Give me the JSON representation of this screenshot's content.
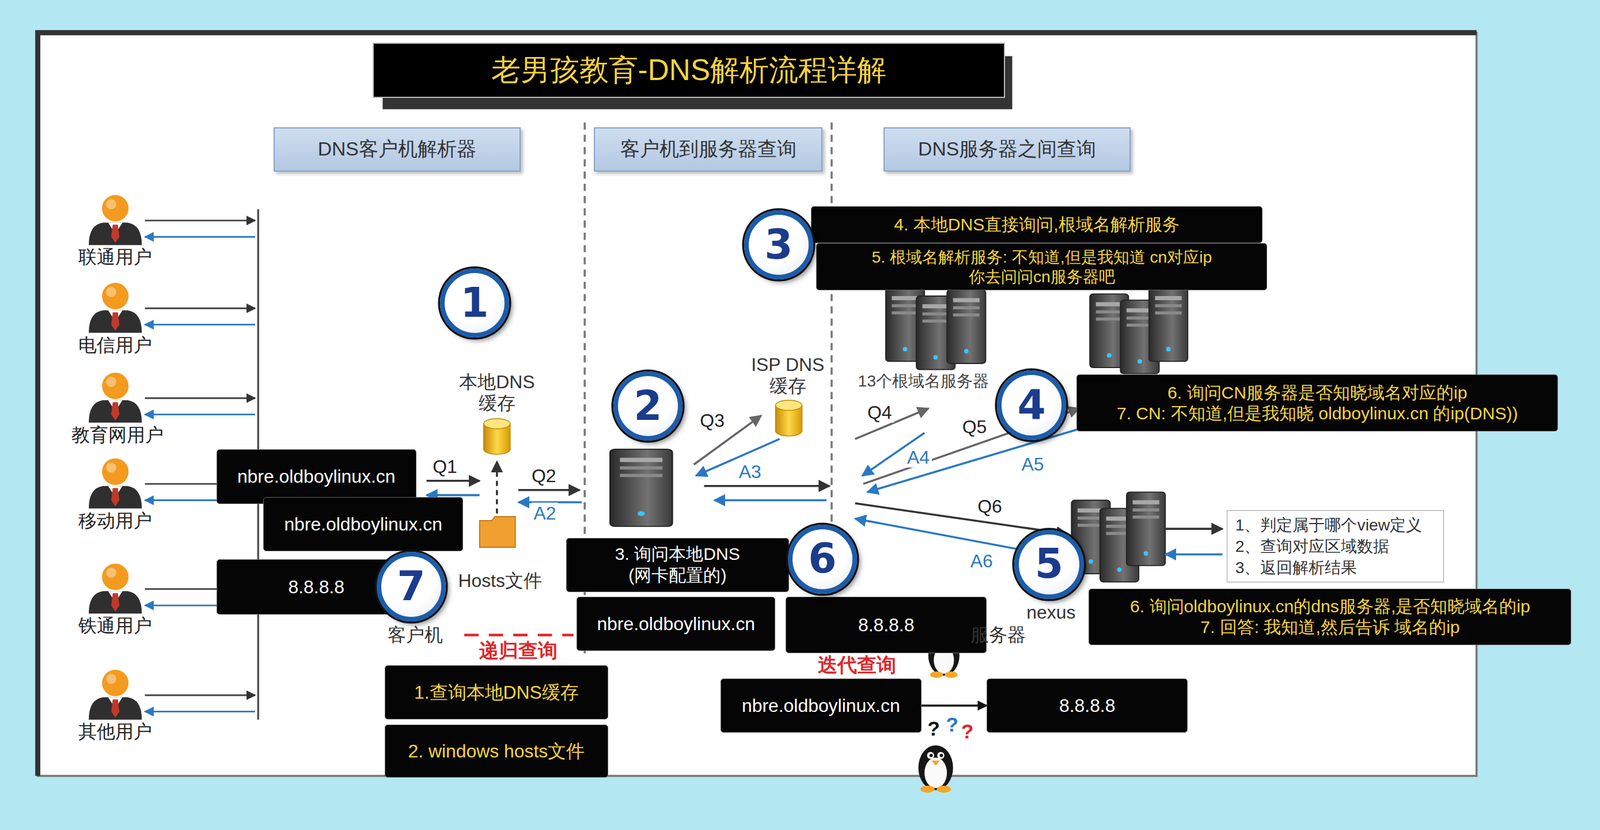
{
  "diagram": {
    "title": "老男孩教育-DNS解析流程详解",
    "nodes": [
      {
        "text": [
          "DNS客户机解析器"
        ]
      },
      {
        "text": [
          "客户机到服务器查询"
        ]
      },
      {
        "text": [
          "DNS服务器之间查询"
        ]
      },
      {
        "text": [
          "3"
        ]
      },
      {
        "text": [
          "4. 本地DNS直接询问,根域名解析服务"
        ]
      },
      {
        "text": [
          "5. 根域名解析服务: 不知道,但是我知道 cn对应ip 你去问问cn服务器吧"
        ]
      },
      {
        "text": [
          "1"
        ]
      },
      {
        "text": [
          "2"
        ]
      },
      {
        "text": [
          "4"
        ]
      },
      {
        "text": [
          "6. 询问CN服务器是否知晓域名对应的ip",
          "7. CN: 不知道,但是我知晓 oldboylinux.cn 的ip(DNS))"
        ]
      },
      {
        "text": [
          "nbre.oldboylinux.cn"
        ]
      },
      {
        "text": [
          "nbre.oldboylinux.cn"
        ]
      },
      {
        "text": [
          "1、判定属于哪个view定义",
          "2、查询对应区域数据",
          "3、返回解析结果"
        ]
      },
      {
        "text": [
          "3. 询问本地DNS (网卡配置的)"
        ]
      },
      {
        "text": [
          "6"
        ]
      },
      {
        "text": [
          "5"
        ]
      },
      {
        "text": [
          "8.8.8.8"
        ]
      },
      {
        "text": [
          "7"
        ]
      },
      {
        "text": [
          "nbre.oldboylinux.cn"
        ]
      },
      {
        "text": [
          "8.8.8.8"
        ]
      },
      {
        "text": [
          "6. 询问oldboylinux.cn的dns服务器,是否知晓域名的ip",
          "7. 回答: 我知道,然后告诉 域名的ip"
        ]
      },
      {
        "text": [
          "1.查询本地DNS缓存"
        ]
      },
      {
        "text": [
          "2. windows hosts文件"
        ]
      },
      {
        "text": [
          "nbre.oldboylinux.cn"
        ]
      },
      {
        "text": [
          "8.8.8.8"
        ]
      }
    ],
    "edges": [
      {
        "from": 23,
        "to": 24,
        "arrow": "to"
      }
    ],
    "labels": [
      "联通用户",
      "电信用户",
      "教育网用户",
      "移动用户",
      "铁通用户",
      "其他用户",
      "本地DNS 缓存",
      "ISP DNS 缓存",
      "13个根域名服务器",
      "Q1",
      "Q2",
      "A2",
      "Q3",
      "A3",
      "Q4",
      "A4",
      "Q5",
      "A5",
      "Q6",
      "A6",
      "Hosts文件",
      "客户机",
      "递归查询",
      "迭代查询",
      "nexus",
      "服务器",
      "?",
      "?",
      "?"
    ]
  }
}
